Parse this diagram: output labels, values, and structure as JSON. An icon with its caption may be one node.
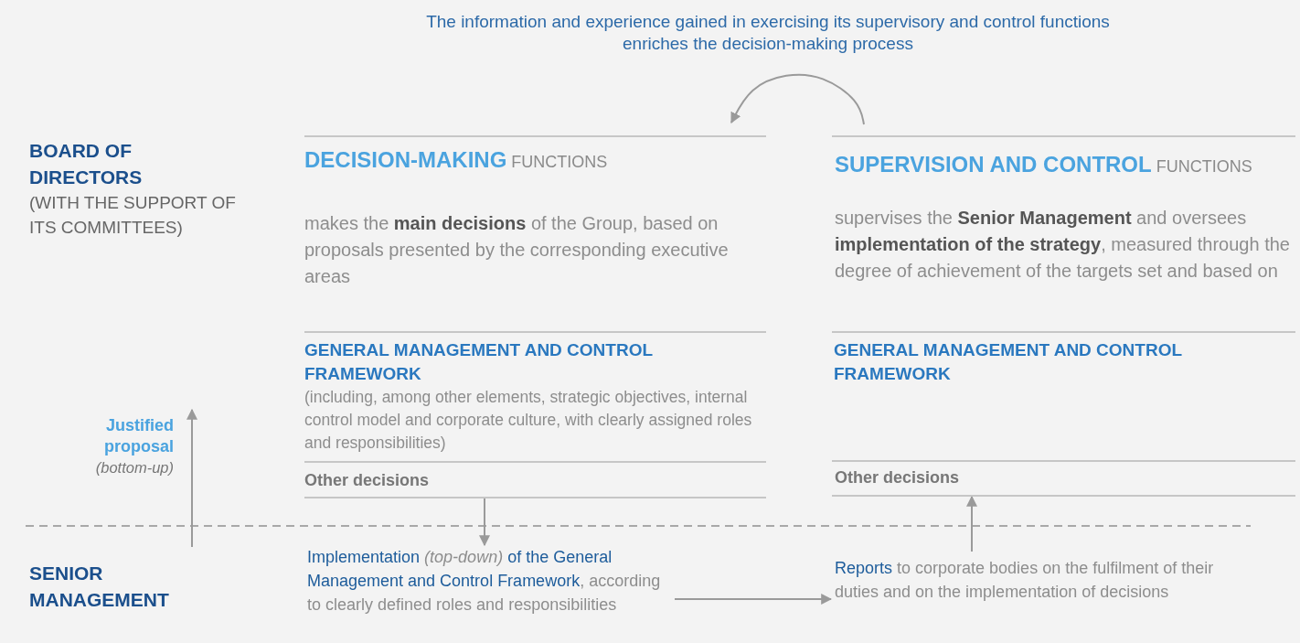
{
  "diagram": {
    "nodes": [
      {
        "text": [
          "BOARD OF DIRECTORS",
          "(WITH THE SUPPORT OF ITS COMMITTEES)"
        ]
      },
      {
        "text": [
          "**DECISION-MAKING** FUNCTIONS",
          "makes the **main decisions** of the Group, based on proposals presented by the corresponding executive areas"
        ]
      },
      {
        "text": [
          "GENERAL MANAGEMENT AND CONTROL FRAMEWORK",
          "(including, among other elements, strategic objectives, internal control model and corporate culture, with clearly assigned roles and responsibilities)"
        ]
      },
      {
        "text": [
          "Other decisions"
        ]
      },
      {
        "text": [
          "**SUPERVISION AND CONTROL** FUNCTIONS",
          "supervises the **Senior Management** and oversees **implementation of the strategy**, measured through the degree of achievement of the targets set and based on"
        ]
      },
      {
        "text": [
          "GENERAL MANAGEMENT AND CONTROL FRAMEWORK"
        ]
      },
      {
        "text": [
          "Other decisions"
        ]
      },
      {
        "text": [
          "Justified proposal",
          "(bottom-up)"
        ]
      },
      {
        "text": [
          "SENIOR MANAGEMENT"
        ]
      },
      {
        "text": [
          "**Implementation** *(top-down)* **of the General Management and Control Framework**, according to clearly defined roles and responsibilities"
        ]
      },
      {
        "text": [
          "**Reports** to corporate bodies on the fulfilment of their duties and on the implementation of decisions"
        ]
      }
    ],
    "edges": [
      {
        "from": 4,
        "to": 1,
        "arrow": "to"
      },
      {
        "from": 3,
        "to": 9,
        "arrow": "to"
      },
      {
        "from": 10,
        "to": 6,
        "arrow": "to"
      },
      {
        "from": 9,
        "to": 10,
        "arrow": "to"
      }
    ],
    "labels": [
      "The information and experience gained in exercising its supervisory and control functions enriches the decision-making process"
    ]
  }
}
